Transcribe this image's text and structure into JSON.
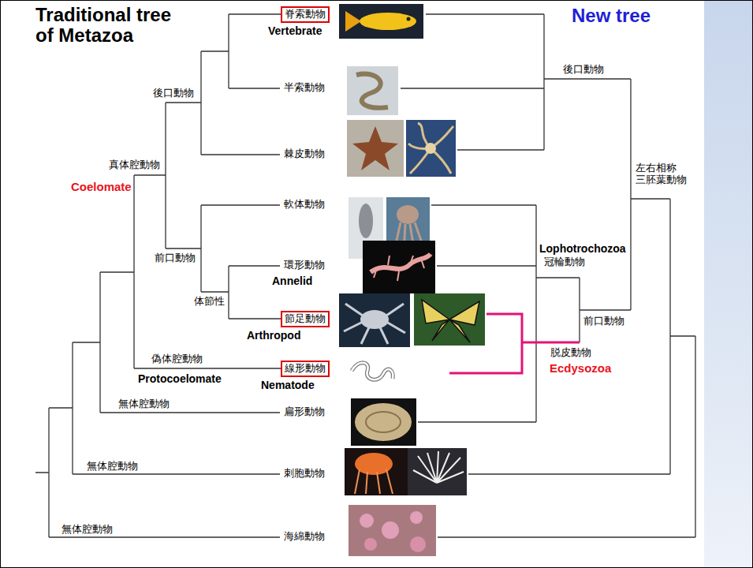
{
  "diagram": {
    "title": "Traditional tree of Metazoa",
    "nodes": [
      {
        "text": [
          "脊索動物",
          "Vertebrate"
        ]
      },
      {
        "text": [
          "節足動物",
          "Arthropod"
        ]
      },
      {
        "text": [
          "線形動物",
          "Nematode"
        ]
      }
    ],
    "labels": [
      "New tree",
      "半索動物",
      "後口動物",
      "後口動物",
      "棘皮動物",
      "真体腔動物",
      "左右相称 三胚葉動物",
      "Coelomate",
      "軟体動物",
      "Lophotrochozoa",
      "前口動物",
      "冠輪動物",
      "環形動物",
      "Annelid",
      "体節性",
      "前口動物",
      "脱皮動物",
      "偽体腔動物",
      "Ecdysozoa",
      "Protocoelomate",
      "無体腔動物",
      "扁形動物",
      "無体腔動物",
      "刺胞動物",
      "無体腔動物",
      "海綿動物"
    ]
  }
}
